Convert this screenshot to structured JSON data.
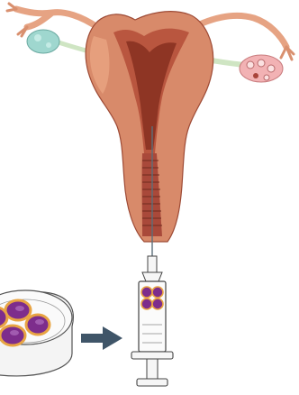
{
  "figure": {
    "subject": "embryo-transfer",
    "colors": {
      "uterus_outer": "#d88a6a",
      "uterus_inner": "#b9563f",
      "uterus_shadow": "#8e3524",
      "tube": "#e6a383",
      "left_ovary": "#9fd7cf",
      "right_ovary": "#f2b2b4",
      "ligament": "#cfe5c3",
      "embryo": "#7d2d8c",
      "embryo_rim": "#e8a443",
      "dish": "#f4f4f4",
      "outline": "#333333",
      "arrow": "#3f5568"
    },
    "parts": [
      "uterus",
      "fallopian-tube-left",
      "fallopian-tube-right",
      "ovary-left",
      "ovary-right",
      "cervix",
      "catheter",
      "culture-dish",
      "embryos",
      "arrow",
      "syringe"
    ],
    "syringe_embryo_count": 4,
    "dish_embryo_count": 4
  }
}
